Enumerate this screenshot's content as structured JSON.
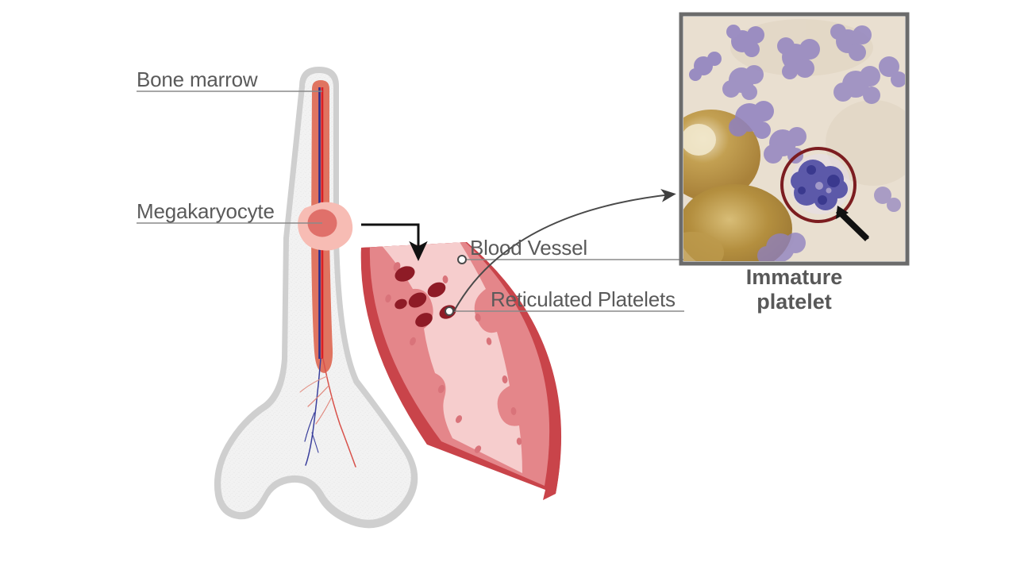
{
  "figure": {
    "title_present": false,
    "background_color": "#ffffff"
  },
  "labels": {
    "bone_marrow": "Bone marrow",
    "megakaryocyte": "Megakaryocyte",
    "blood_vessel": "Blood Vessel",
    "reticulated_platelets": "Reticulated Platelets"
  },
  "micrograph": {
    "caption_line1": "Immature",
    "caption_line2": "platelet",
    "border_color": "#6b6b6b",
    "background_color": "#e8ded0",
    "circle_annotation_color": "#7c1d20",
    "arrow_color": "#111111",
    "platelet_stain_color": "#8a7bbd",
    "immature_platelet_color": "#4a4a9e",
    "red_blood_cell_color": "#b08a3a"
  },
  "colors": {
    "bone_outline": "#cfcfcf",
    "bone_fill": "#efefef",
    "bone_inner": "#f7f7f7",
    "marrow": "#e07460",
    "marrow_artery": "#d81f26",
    "marrow_vein": "#2b2f8f",
    "megakaryocyte_cytoplasm": "#f7bcb4",
    "megakaryocyte_nucleus": "#e0706a",
    "vessel_outer_wall": "#c9444a",
    "vessel_middle_layer": "#e4868a",
    "vessel_lumen": "#f6cdcd",
    "platelet": "#8e1b26",
    "label_text": "#5a5a5a",
    "leader_line": "#8a8a8a",
    "arrow_black": "#111111",
    "arrow_curved": "#4a4a4a"
  },
  "annotations": {
    "elbow_arrow_from": "megakaryocyte",
    "elbow_arrow_to": "blood-vessel-lumen",
    "curved_arrow_from": "reticulated-platelet-marker",
    "curved_arrow_to": "micrograph"
  },
  "platelet_count_in_vessel": 6
}
